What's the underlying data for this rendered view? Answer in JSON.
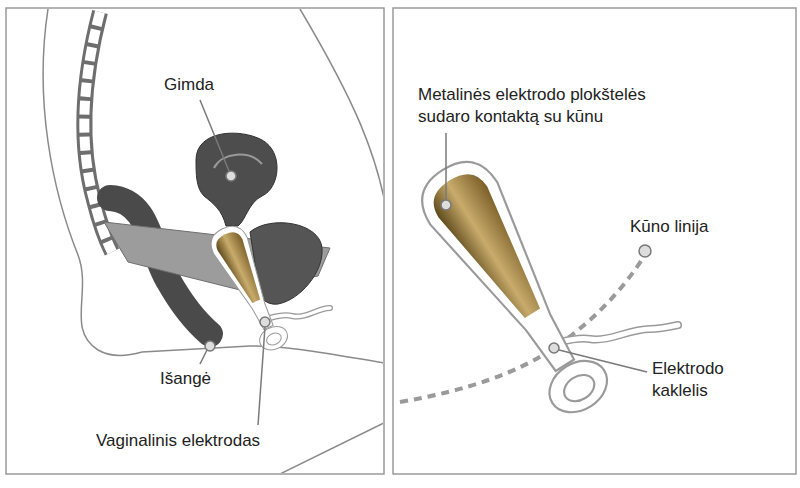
{
  "diagram": {
    "labels": [
      "Gimda",
      "Išangė",
      "Vaginalinis elektrodas",
      "Metalinės elektrodo plokštelės sudaro kontaktą su kūnu",
      "Kūno linija",
      "Elektrodo kaklelis"
    ]
  }
}
